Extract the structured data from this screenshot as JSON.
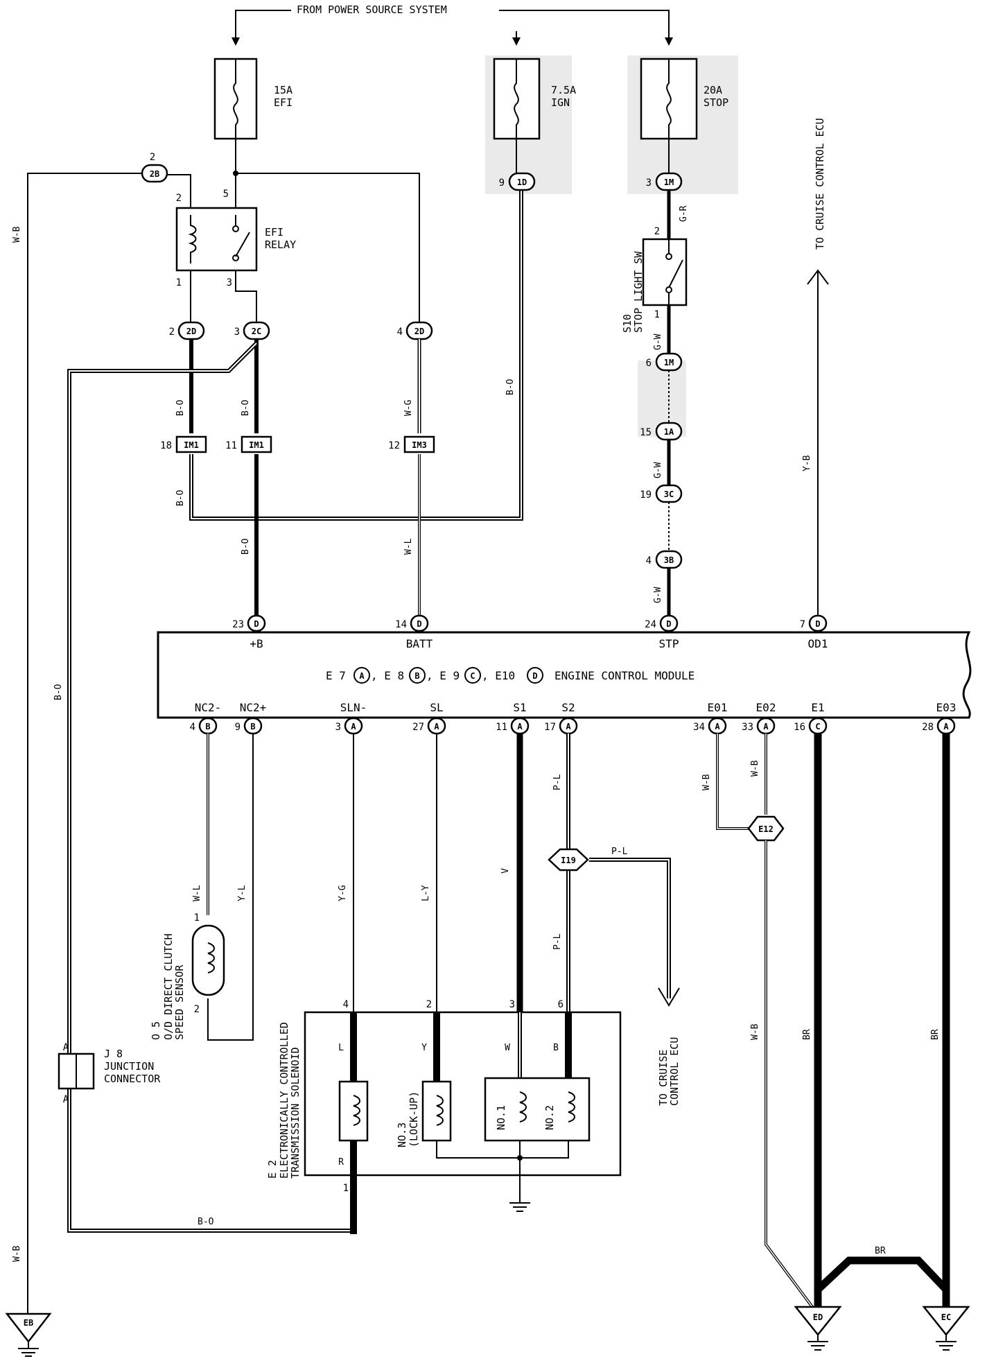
{
  "header": {
    "from_power_source": "FROM POWER SOURCE SYSTEM"
  },
  "fuses": {
    "efi": {
      "rating": "15A",
      "name": "EFI"
    },
    "ign": {
      "rating": "7.5A",
      "name": "IGN"
    },
    "stop": {
      "rating": "20A",
      "name": "STOP"
    }
  },
  "relay": {
    "name": "EFI",
    "name2": "RELAY"
  },
  "stop_switch": {
    "code": "S10",
    "name": "STOP LIGHT SW"
  },
  "to_cruise_top": "TO CRUISE CONTROL ECU",
  "to_cruise_bottom_1": "TO CRUISE",
  "to_cruise_bottom_2": "CONTROL ECU",
  "ecm": {
    "title_parts": [
      "E 7",
      "A",
      ", E 8",
      "B",
      ", E 9",
      "C",
      ", E10",
      "D",
      "ENGINE CONTROL MODULE"
    ],
    "top_terminals": [
      "+B",
      "BATT",
      "STP",
      "OD1"
    ],
    "bottom_terminals": [
      "NC2-",
      "NC2+",
      "SLN-",
      "SL",
      "S1",
      "S2",
      "E01",
      "E02",
      "E1",
      "E03"
    ]
  },
  "sensor": {
    "code": "O 5",
    "line1": "O/D DIRECT CLUTCH",
    "line2": "SPEED SENSOR"
  },
  "junction": {
    "code": "J 8",
    "line1": "JUNCTION",
    "line2": "CONNECTOR"
  },
  "solenoid": {
    "code": "E 2",
    "line1": "ELECTRONICALLY CONTROLLED",
    "line2": "TRANSMISSION SOLENOID",
    "no3": "NO.3",
    "lockup": "(LOCK-UP)",
    "no1": "NO.1",
    "no2": "NO.2"
  },
  "connectors": {
    "c2b": "2B",
    "c2d": "2D",
    "c2c": "2C",
    "c1d": "1D",
    "c1m": "1M",
    "c1a": "1A",
    "c3c": "3C",
    "c3b": "3B",
    "im1": "IM1",
    "im3": "IM3",
    "d": "D",
    "a": "A",
    "b": "B",
    "c": "C",
    "e12": "E12",
    "i19": "I19",
    "eb": "EB",
    "ed": "ED",
    "ec": "EC"
  },
  "pins": {
    "p2": "2",
    "p5": "5",
    "p1": "1",
    "p3": "3",
    "p4": "4",
    "p9": "9",
    "p6": "6",
    "p15": "15",
    "p19": "19",
    "p18": "18",
    "p11": "11",
    "p12": "12",
    "p23": "23",
    "p14": "14",
    "p24": "24",
    "p7": "7",
    "p27": "27",
    "p17": "17",
    "p34": "34",
    "p33": "33",
    "p16": "16",
    "p28": "28",
    "pA": "A"
  },
  "wires": {
    "wb": "W-B",
    "bo": "B-O",
    "wg": "W-G",
    "wl": "W-L",
    "gr": "G-R",
    "gw": "G-W",
    "yb": "Y-B",
    "yl": "Y-L",
    "yg": "Y-G",
    "ly": "L-Y",
    "v": "V",
    "pl": "P-L",
    "br": "BR",
    "bo2": "B-O",
    "l": "L",
    "y": "Y",
    "w": "W",
    "b": "B",
    "r": "R"
  }
}
